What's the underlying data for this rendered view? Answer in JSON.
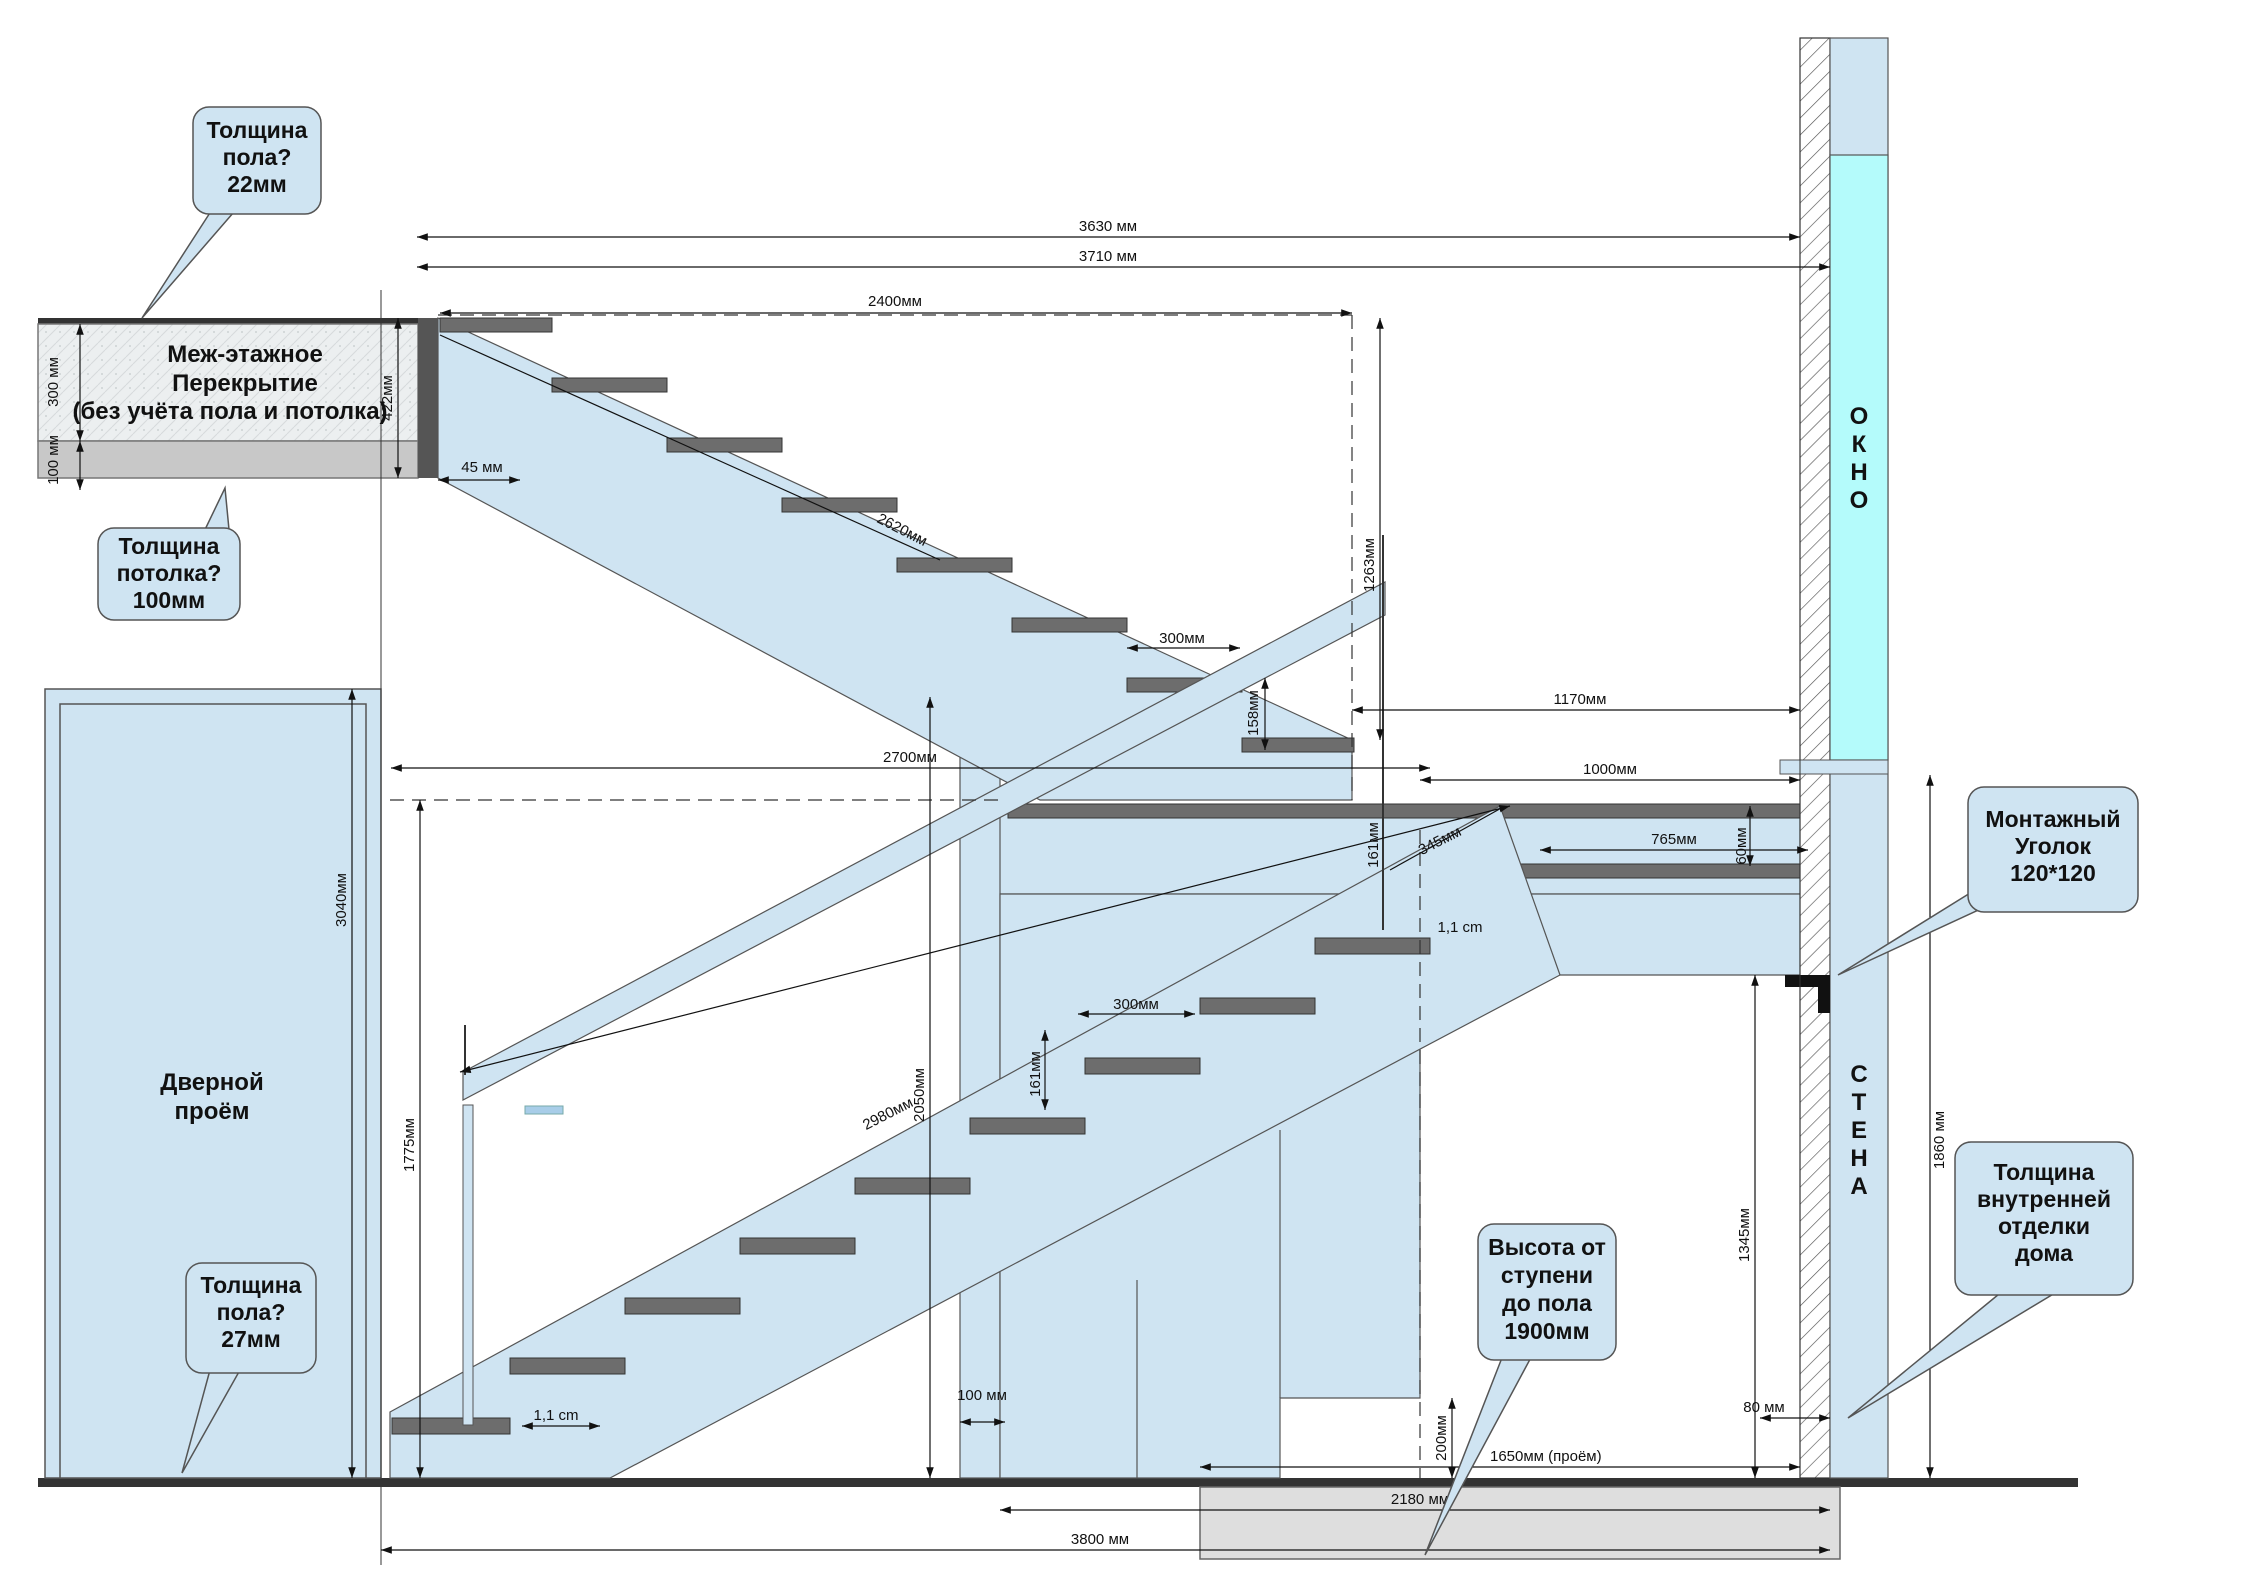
{
  "labels": {
    "slab": [
      "Меж-этажное",
      "Перекрытие",
      "(без учёта пола и потолка)"
    ],
    "door": [
      "Дверной",
      "проём"
    ],
    "window": [
      "О",
      "К",
      "Н",
      "О"
    ],
    "wall": [
      "С",
      "Т",
      "Е",
      "Н",
      "А"
    ]
  },
  "callouts": {
    "floor_top": [
      "Толщина",
      "пола?",
      "22мм"
    ],
    "ceiling": [
      "Толщина",
      "потолка?",
      "100мм"
    ],
    "floor_bottom": [
      "Толщина",
      "пола?",
      "27мм"
    ],
    "mount_angle": [
      "Монтажный",
      "Уголок",
      "120*120"
    ],
    "inner_finish": [
      "Толщина",
      "внутренней",
      "отделки",
      "дома"
    ],
    "step_height": [
      "Высота от",
      "ступени",
      "до пола",
      "1900мм"
    ]
  },
  "dimensions": {
    "d3630": "3630 мм",
    "d3710": "3710 мм",
    "d2400": "2400мм",
    "d2620": "2620мм",
    "d1263": "1263мм",
    "d300_top": "300мм",
    "d158": "158мм",
    "d1170": "1170мм",
    "d2700": "2700мм",
    "d1000": "1000мм",
    "d765": "765мм",
    "d60": "60мм",
    "d345": "345мм",
    "d161_top": "161мм",
    "d1_1_top": "1,1 cm",
    "d300_bot": "300мм",
    "d161_bot": "161мм",
    "d2980": "2980мм",
    "d2050": "2050мм",
    "d1775": "1775мм",
    "d3040": "3040мм",
    "d300_slab": "300 мм",
    "d100_slab": "100 мм",
    "d422": "422мм",
    "d45": "45 мм",
    "d1_1_bot": "1,1 cm",
    "d100_post": "100 мм",
    "d200": "200мм",
    "d1650": "1650мм (проём)",
    "d2180": "2180 мм",
    "d3800": "3800 мм",
    "d1345": "1345мм",
    "d80": "80 мм",
    "d1860": "1860 мм"
  }
}
